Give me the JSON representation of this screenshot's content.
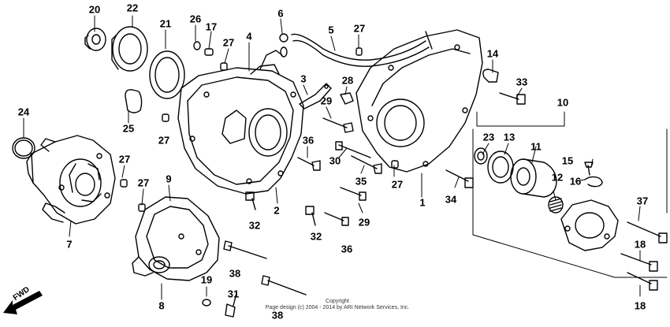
{
  "diagram": {
    "callouts": [
      {
        "id": "c20",
        "text": "20"
      },
      {
        "id": "c22",
        "text": "22"
      },
      {
        "id": "c21",
        "text": "21"
      },
      {
        "id": "c26",
        "text": "26"
      },
      {
        "id": "c17",
        "text": "17"
      },
      {
        "id": "c27a",
        "text": "27"
      },
      {
        "id": "c4",
        "text": "4"
      },
      {
        "id": "c6",
        "text": "6"
      },
      {
        "id": "c5",
        "text": "5"
      },
      {
        "id": "c27b",
        "text": "27"
      },
      {
        "id": "c14",
        "text": "14"
      },
      {
        "id": "c33",
        "text": "33"
      },
      {
        "id": "c10",
        "text": "10"
      },
      {
        "id": "c3",
        "text": "3"
      },
      {
        "id": "c28",
        "text": "28"
      },
      {
        "id": "c29a",
        "text": "29"
      },
      {
        "id": "c25",
        "text": "25"
      },
      {
        "id": "c24",
        "text": "24"
      },
      {
        "id": "c27c",
        "text": "27"
      },
      {
        "id": "c36a",
        "text": "36"
      },
      {
        "id": "c30",
        "text": "30"
      },
      {
        "id": "c23",
        "text": "23"
      },
      {
        "id": "c13",
        "text": "13"
      },
      {
        "id": "c11",
        "text": "11"
      },
      {
        "id": "c15",
        "text": "15"
      },
      {
        "id": "c27d",
        "text": "27"
      },
      {
        "id": "c35",
        "text": "35"
      },
      {
        "id": "c27e",
        "text": "27"
      },
      {
        "id": "c9",
        "text": "9"
      },
      {
        "id": "c27f",
        "text": "27"
      },
      {
        "id": "c12",
        "text": "12"
      },
      {
        "id": "c16",
        "text": "16"
      },
      {
        "id": "c34",
        "text": "34"
      },
      {
        "id": "c1",
        "text": "1"
      },
      {
        "id": "c2",
        "text": "2"
      },
      {
        "id": "c32a",
        "text": "32"
      },
      {
        "id": "c29b",
        "text": "29"
      },
      {
        "id": "c32b",
        "text": "32"
      },
      {
        "id": "c36b",
        "text": "36"
      },
      {
        "id": "c37",
        "text": "37"
      },
      {
        "id": "c7",
        "text": "7"
      },
      {
        "id": "c18a",
        "text": "18"
      },
      {
        "id": "c38a",
        "text": "38"
      },
      {
        "id": "c19",
        "text": "19"
      },
      {
        "id": "c31",
        "text": "31"
      },
      {
        "id": "c8",
        "text": "8"
      },
      {
        "id": "c38b",
        "text": "38"
      },
      {
        "id": "c18b",
        "text": "18"
      }
    ],
    "fwd_label": "FWD",
    "copyright_line1": "Copyright",
    "copyright_line2": "Page design (c) 2004 - 2014 by ARI Network Services, Inc.",
    "colors": {
      "ink": "#000000",
      "background": "#ffffff"
    }
  }
}
